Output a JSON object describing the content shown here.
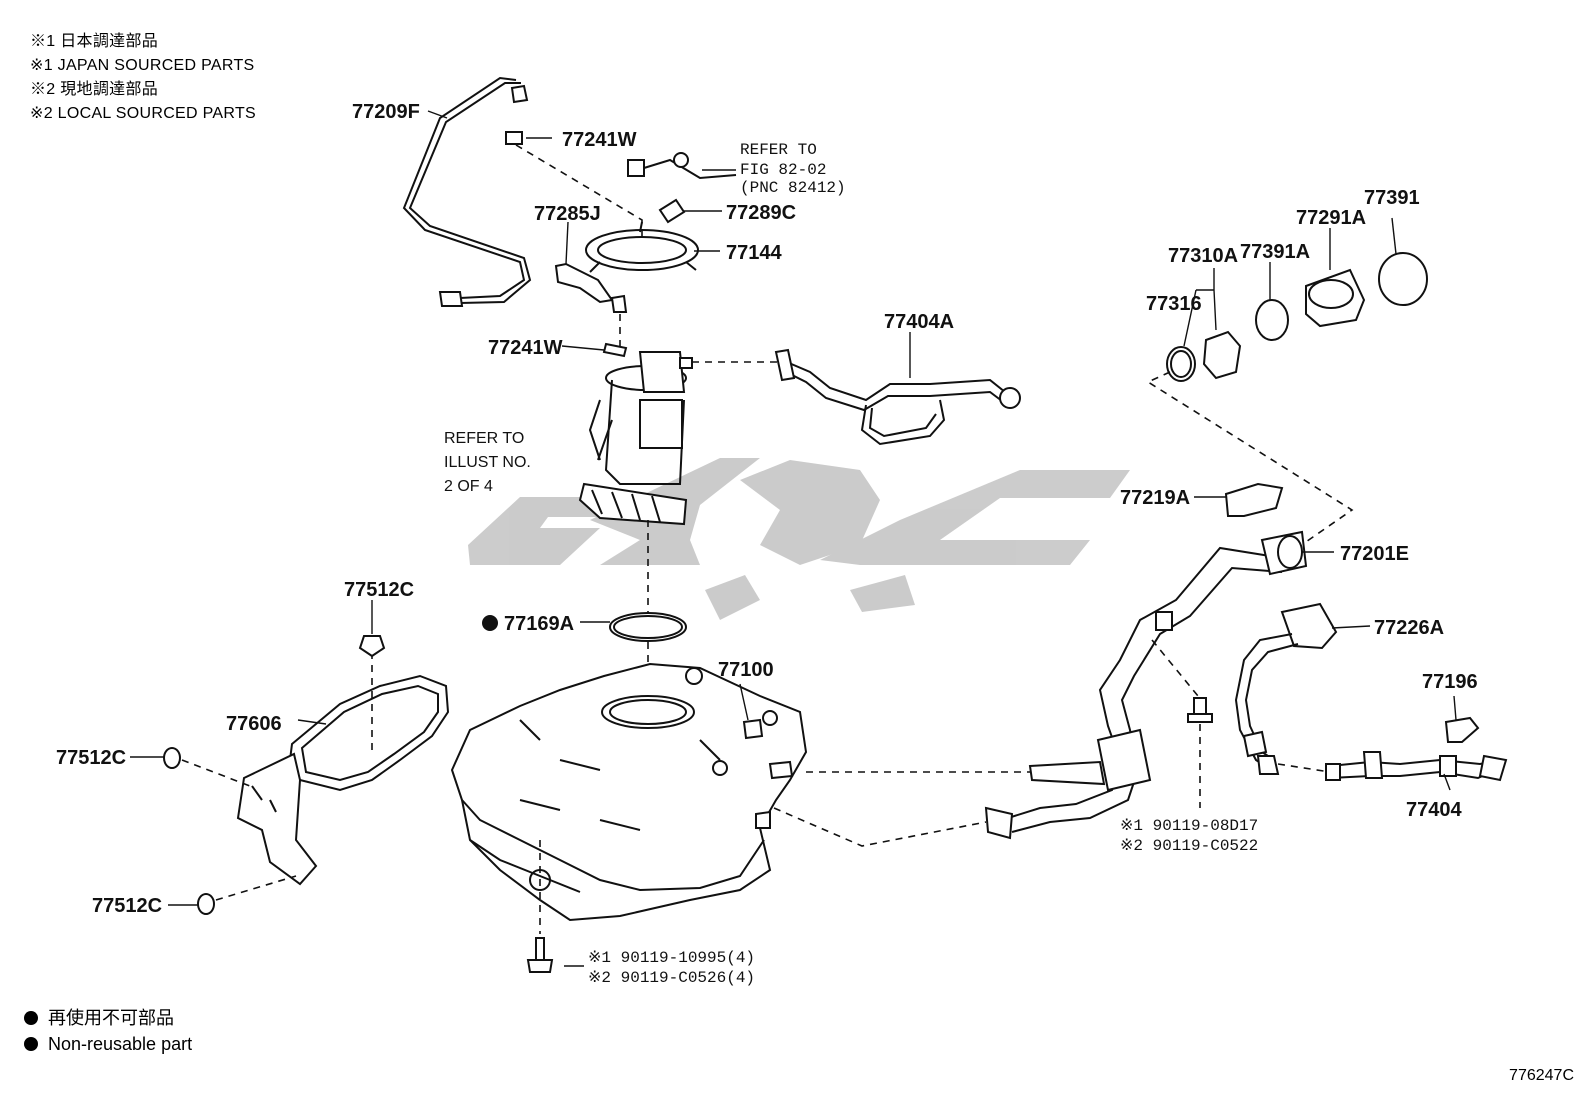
{
  "legend": {
    "line1": "※1 日本調達部品",
    "line2": "※1 JAPAN SOURCED PARTS",
    "line3": "※2 現地調達部品",
    "line4": "※2 LOCAL SOURCED PARTS"
  },
  "parts": {
    "p77209F": "77209F",
    "p77241W_top": "77241W",
    "p77285J": "77285J",
    "p77289C": "77289C",
    "p77144": "77144",
    "p77241W_mid": "77241W",
    "p77404A": "77404A",
    "p77512C_top": "77512C",
    "p77169A": "77169A",
    "p77100": "77100",
    "p77606": "77606",
    "p77512C_left": "77512C",
    "p77512C_bottom": "77512C",
    "p77310A": "77310A",
    "p77391A": "77391A",
    "p77291A": "77291A",
    "p77391": "77391",
    "p77316": "77316",
    "p77219A": "77219A",
    "p77201E": "77201E",
    "p77226A": "77226A",
    "p77196": "77196",
    "p77404": "77404"
  },
  "notes": {
    "refer_fig_1": "REFER TO",
    "refer_fig_2": "FIG 82-02",
    "refer_fig_3": "(PNC 82412)",
    "refer_illust_1": "REFER TO",
    "refer_illust_2": "ILLUST NO.",
    "refer_illust_3": "2 OF 4",
    "bolt_tank_1": "※1 90119-10995(4)",
    "bolt_tank_2": "※2 90119-C0526(4)",
    "bolt_filler_1": "※1 90119-08D17",
    "bolt_filler_2": "※2 90119-C0522"
  },
  "footer": {
    "nonreusable_jp": "再使用不可部品",
    "nonreusable_en": "Non-reusable part",
    "figure_code": "776247C"
  }
}
